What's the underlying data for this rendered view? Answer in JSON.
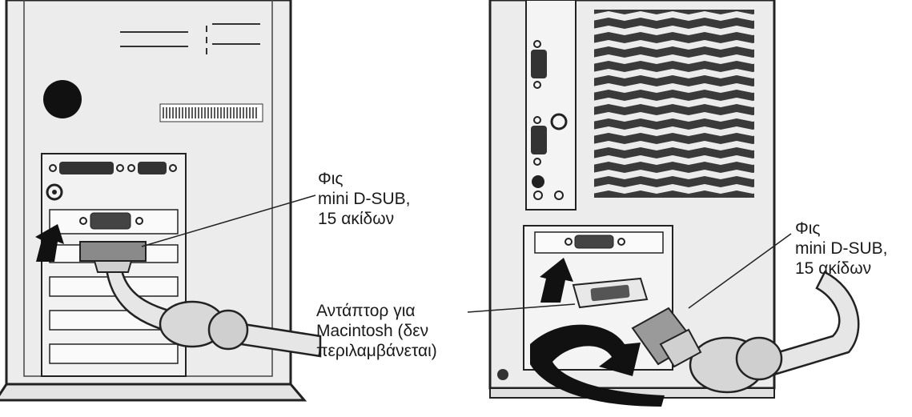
{
  "labels": {
    "left_connector": {
      "line1": "Φις",
      "line2": "mini D-SUB,",
      "line3": "15 ακίδων"
    },
    "adapter": {
      "line1": "Αντάπτορ για",
      "line2": "Macintosh (δεν",
      "line3": "περιλαμβάνεται)"
    },
    "right_connector": {
      "line1": "Φις",
      "line2": "mini D-SUB,",
      "line3": "15 ακίδων"
    }
  }
}
